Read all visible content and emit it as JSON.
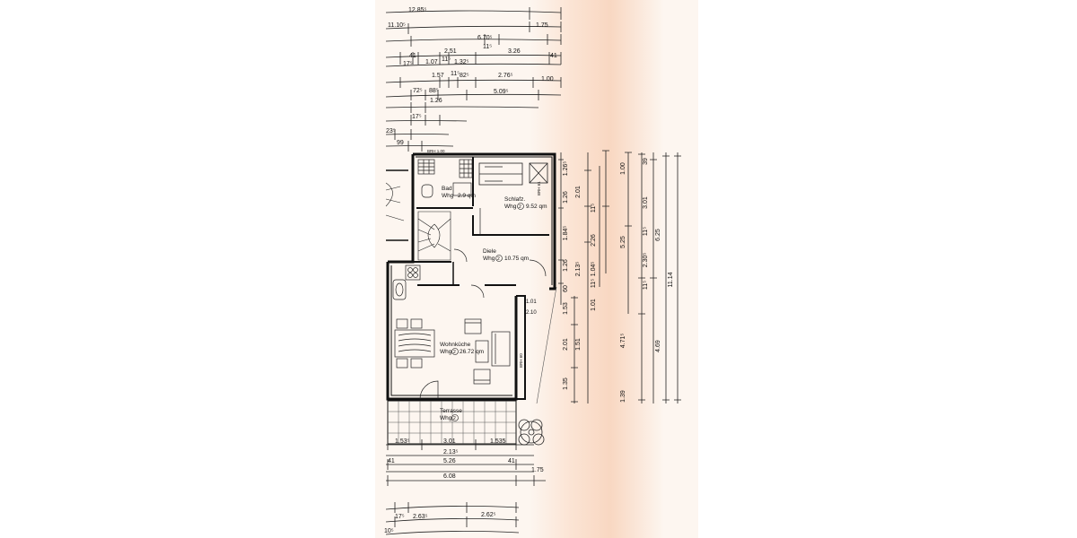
{
  "rooms": {
    "bad": {
      "name": "Bad",
      "unit": "Whg",
      "unit_no": "2",
      "area": "2.9 qm"
    },
    "schlaf": {
      "name": "Schlafz.",
      "unit": "Whg",
      "unit_no": "2",
      "area": "9.52 qm"
    },
    "diele": {
      "name": "Diele",
      "unit": "Whg",
      "unit_no": "2",
      "area": "10.75 qm"
    },
    "wohn": {
      "name": "Wohnküche",
      "unit": "Whg",
      "unit_no": "2",
      "area": "26.72 qm"
    },
    "terrasse": {
      "name": "Terrasse",
      "unit": "Whg",
      "unit_no": "2"
    }
  },
  "dims_top": {
    "r1": [
      "12.85⁵"
    ],
    "r2": [
      "11.10⁵",
      "1.75"
    ],
    "r3": [
      "6.70⁵"
    ],
    "r4": [
      "2.51",
      "11⁵",
      "3.26"
    ],
    "r5": [
      "17⁵",
      "41",
      "1.07",
      "11⁵",
      "1.32⁵",
      "41"
    ],
    "r6": [
      "1.57",
      "11⁵",
      "82⁵",
      "2.76⁵",
      "1.00"
    ],
    "r7": [
      "72⁵",
      "88⁵"
    ],
    "r8": [
      "1.26",
      "5.09⁵"
    ],
    "r9": [
      "17⁵"
    ],
    "r10": [
      "23⁵"
    ],
    "r11": [
      "99"
    ]
  },
  "dims_right": {
    "c1": [
      "1.26⁵",
      "1.26",
      "1.84⁵",
      "1.26",
      "60",
      "1.53",
      "2.01",
      "1.35"
    ],
    "c2": [
      "2.01",
      "2.13⁵",
      "1.51"
    ],
    "c3": [
      "11⁵",
      "1.04⁵",
      "11⁵"
    ],
    "c4": [
      "2.26",
      "1.01"
    ],
    "c5": [
      "1.00",
      "5.25",
      "4.71⁵",
      "1.39"
    ],
    "c6": [
      "39",
      "3.01",
      "11⁵",
      "2.30⁵",
      "11⁵"
    ],
    "c7": [
      "6.25",
      "4.69"
    ],
    "c8": [
      "11.14"
    ]
  },
  "dims_bottom": {
    "r1": [
      "1.53⁵",
      "3.01",
      "1.535"
    ],
    "r2": [
      "2.13⁵"
    ],
    "r3": [
      "5.26"
    ],
    "r4": [
      "41",
      "41"
    ],
    "r5": [
      "6.08",
      "1.75"
    ],
    "r6": [
      "17⁵",
      "2.63⁵",
      "2.62⁵"
    ],
    "r7": [
      "10⁵"
    ]
  },
  "labels": {
    "brh1": "BRH 1.00",
    "brh2": "BRH 61",
    "brh3": "BRH 60",
    "side1": "1.01",
    "side2": "2.10"
  }
}
